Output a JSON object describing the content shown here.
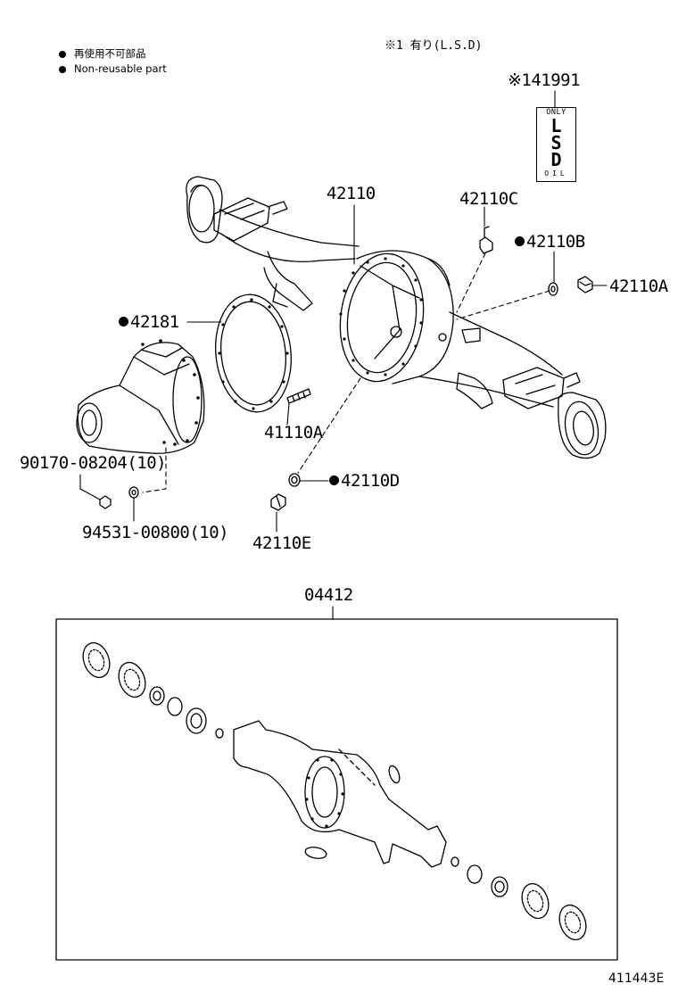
{
  "legend": {
    "line_ja": "再使用不可部品",
    "line_en": "Non-reusable part"
  },
  "lsd_note": "※1 有り(L.S.D)",
  "oil_plate": {
    "top": "ONLY",
    "letters": [
      "L",
      "S",
      "D"
    ],
    "bottom": "OIL"
  },
  "parts": {
    "p41991": "※141991",
    "p42110": "42110",
    "p42110C": "42110C",
    "p42110B": "42110B",
    "p42110A": "42110A",
    "p42181": "42181",
    "p41110A": "41110A",
    "p90170": "90170-08204(10)",
    "p94531": "94531-00800(10)",
    "p42110D": "42110D",
    "p42110E": "42110E",
    "p04412": "04412"
  },
  "illustration_code": "411443E"
}
